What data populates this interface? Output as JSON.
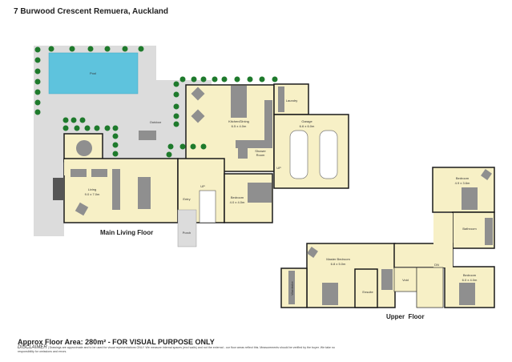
{
  "title": "7 Burwood Crescent Remuera, Auckland",
  "floors": {
    "main": "Main Living Floor",
    "upper": "Upper  Floor"
  },
  "rooms": {
    "pool": "Pool",
    "outdoor": "Outdoor",
    "kitchen": "Kitchen/Dining",
    "kitchen_size": "6.5 x 4.0m",
    "laundry": "Laundry",
    "garage": "Garage",
    "garage_size": "6.6 x 6.0m",
    "shower": "Shower",
    "shower2": "Room",
    "up1": "UP",
    "up2": "UP",
    "living": "Living",
    "living_size": "9.0 x 7.0m",
    "entry": "Entry",
    "bedroom1": "Bedroom",
    "bedroom1_size": "4.0 x 4.0m",
    "porch": "Porch",
    "bedroom2": "Bedroom",
    "bedroom2_size": "4.9 x 3.6m",
    "bathroom": "Bathroom",
    "master": "Master Bedroom",
    "master_size": "6.8 x 5.0m",
    "wardrobe": "Wardrobe",
    "ensuite": "Ensuite",
    "void": "Void",
    "dn": "DN",
    "bedroom3": "Bedroom",
    "bedroom3_size": "6.0 x 4.0m"
  },
  "footer": {
    "area": "Approx Floor Area: 280m² - FOR VISUAL PURPOSE ONLY",
    "disclaimer_label": "DISCLAIMER",
    "disclaimer_text": "| Drawings are approximate and to be used for visual representations ONLY. We measure internal spaces (excl walls) and not the external - our floor areas reflect this. Measurements should be verified by the buyer. We take no responsibility for omissions and errors."
  },
  "colors": {
    "floor": "#f7f0c6",
    "deck": "#dcdcdc",
    "pool": "#5ec3dd",
    "shrub": "#1e7a2c",
    "wall": "#1a1a1a",
    "furniture": "#8f8f8f"
  }
}
